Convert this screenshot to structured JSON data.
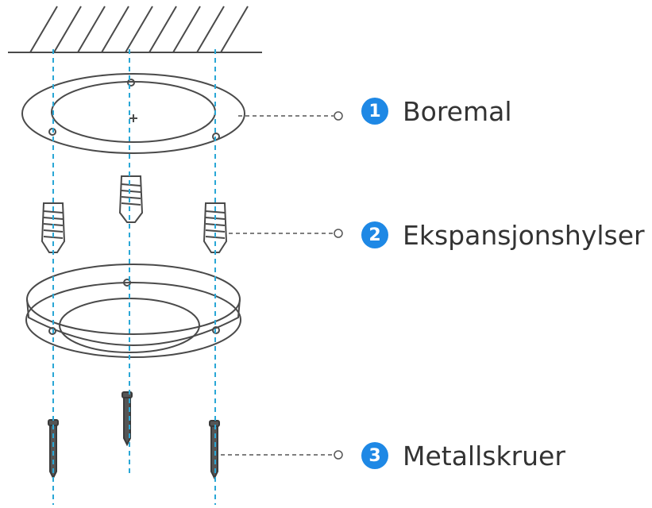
{
  "steps": [
    {
      "number": "1",
      "label": "Boremal"
    },
    {
      "number": "2",
      "label": "Ekspansjonshylser"
    },
    {
      "number": "3",
      "label": "Metallskruer"
    }
  ],
  "colors": {
    "accent": "#1e88e5",
    "guide_line": "#2aa7d6",
    "line_art": "#4a4a4a",
    "text": "#333333"
  }
}
